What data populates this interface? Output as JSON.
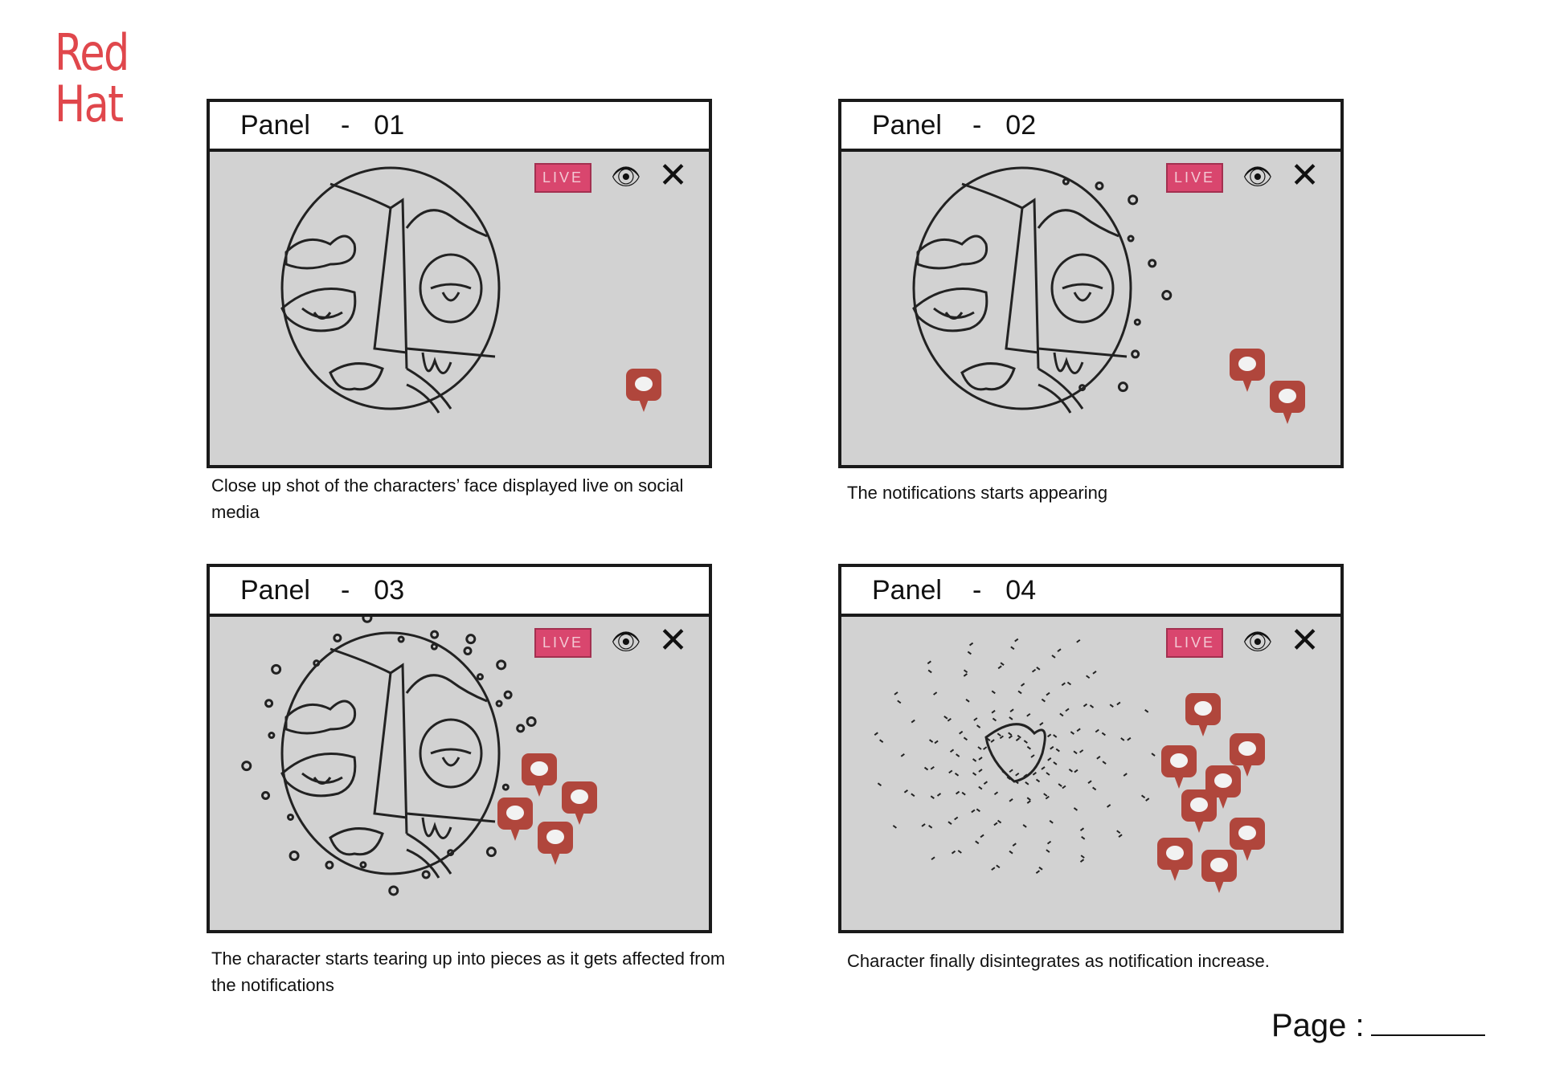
{
  "logo": {
    "line1": "Red",
    "line2": "Hat",
    "color": "#e0474c"
  },
  "panels": [
    {
      "label": "Panel",
      "dash": "-",
      "number": "01",
      "live": "LIVE",
      "notifications": 1,
      "stage": "intact",
      "caption": "Close up shot of the characters’ face displayed live on social media"
    },
    {
      "label": "Panel",
      "dash": "-",
      "number": "02",
      "live": "LIVE",
      "notifications": 2,
      "stage": "cracking",
      "caption": "The notifications starts appearing"
    },
    {
      "label": "Panel",
      "dash": "-",
      "number": "03",
      "live": "LIVE",
      "notifications": 4,
      "stage": "tearing",
      "caption": "The character starts tearing up into pieces as it gets affected from the notifications"
    },
    {
      "label": "Panel",
      "dash": "-",
      "number": "04",
      "live": "LIVE",
      "notifications": 8,
      "stage": "disintegrated",
      "caption": "Character finally disintegrates as notification increase."
    }
  ],
  "page": {
    "label": "Page :"
  },
  "colors": {
    "live_badge": "#d9466e",
    "notification": "#b0463c",
    "panel_bg": "#d2d2d2"
  }
}
